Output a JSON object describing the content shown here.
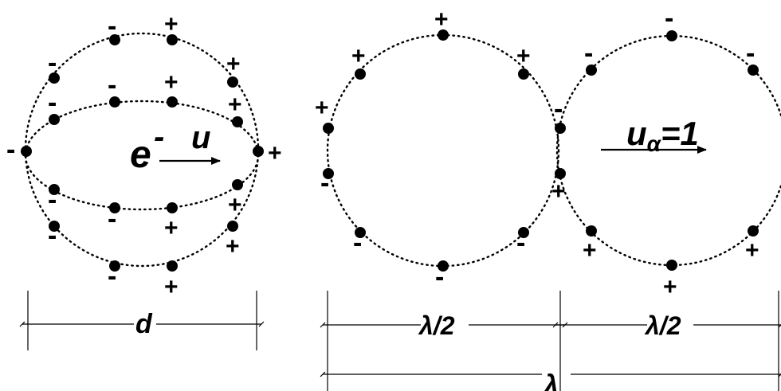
{
  "labels": {
    "electron": "e",
    "electron_sup": "-",
    "velocity": "u",
    "alpha_velocity_u": "u",
    "alpha_velocity_sub": "α",
    "alpha_velocity_eq": "=1",
    "dim_d": "d",
    "dim_half_left": "λ/2",
    "dim_half_right": "λ/2",
    "dim_full": "λ"
  },
  "signs": {
    "plus": "+",
    "minus": "-"
  },
  "colors": {
    "ink": "#000000",
    "background": "#ffffff"
  }
}
